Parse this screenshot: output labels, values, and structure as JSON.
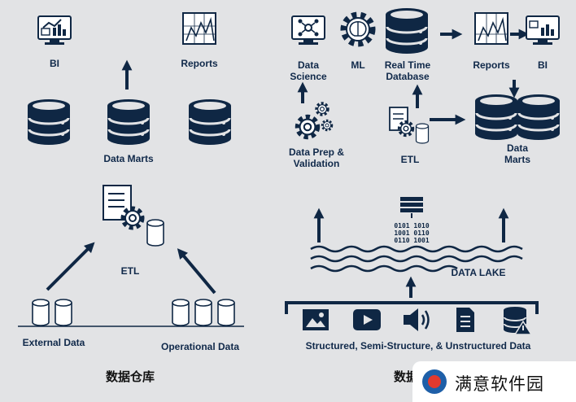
{
  "warehouse": {
    "bi": "BI",
    "reports": "Reports",
    "data_marts": "Data Marts",
    "etl": "ETL",
    "external_data": "External Data",
    "operational_data": "Operational Data",
    "title": "数据仓库"
  },
  "lake": {
    "data_science": "Data\nScience",
    "ml": "ML",
    "realtime_db": "Real Time\nDatabase",
    "reports": "Reports",
    "bi": "BI",
    "data_prep": "Data Prep &\nValidation",
    "etl": "ETL",
    "data_marts": "Data\nMarts",
    "data_lake": "DATA LAKE",
    "sources": "Structured, Semi-Structure, & Unstructured Data",
    "title": "数据"
  },
  "watermark": {
    "text": "满意软件园"
  },
  "colors": {
    "navy": "#0f2744",
    "background": "#e2e3e5"
  }
}
